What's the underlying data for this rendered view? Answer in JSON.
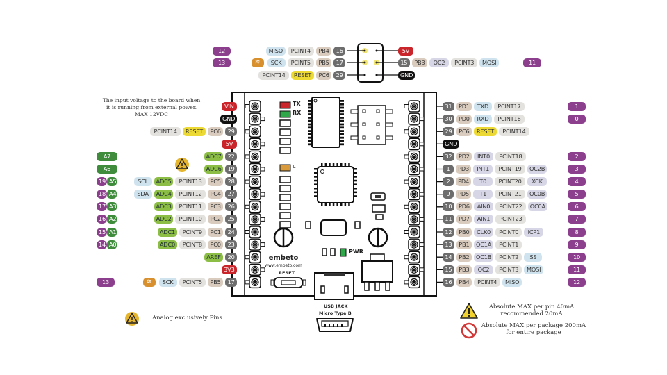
{
  "diagram": {
    "title": "embeto board pinout",
    "brand": "embeto",
    "website": "www.embeto.com",
    "colors": {
      "pin_number": "#6d6d6d",
      "port": "#d9cbbd",
      "function": "#d6d6e6",
      "pcint": "#e4e2df",
      "comm": "#cfe3ee",
      "reset": "#ecd933",
      "adc": "#8cbd45",
      "analog_pin": "#3f8d3c",
      "arduino_pin": "#8b3f8c",
      "power": "#c9252b",
      "ground": "#111111",
      "led_tx": "#c9252b",
      "led_rx": "#2fa84a",
      "led_l": "#d89a3a",
      "led_pwr": "#2fa84a"
    },
    "board_labels": {
      "tx": "TX",
      "rx": "RX",
      "l": "L",
      "pwr": "PWR",
      "reset": "RESET",
      "usb_line1": "USB JACK",
      "usb_line2": "Micro Type B"
    },
    "notes": {
      "vin_line1": "The input voltage to the board when",
      "vin_line2": "it is running from external power.",
      "vin_line3": "MAX 12VDC",
      "analog_legend": "Analog exclusively Pins",
      "max_pin_line1": "Absolute MAX per pin 40mA",
      "max_pin_line2": "recommended 20mA",
      "max_pkg_line1": "Absolute MAX per package 200mA",
      "max_pkg_line2": "for entire package"
    },
    "icsp_header": {
      "left_rows": [
        {
          "arduino": "12",
          "labels": [
            {
              "t": "MISO",
              "c": "comm"
            },
            {
              "t": "PCINT4",
              "c": "pcint"
            },
            {
              "t": "PB4",
              "c": "port"
            },
            {
              "t": "16",
              "c": "num"
            }
          ]
        },
        {
          "arduino": "13",
          "spi_icon": true,
          "labels": [
            {
              "t": "SCK",
              "c": "comm"
            },
            {
              "t": "PCINT5",
              "c": "pcint"
            },
            {
              "t": "PB5",
              "c": "port"
            },
            {
              "t": "17",
              "c": "num"
            }
          ]
        },
        {
          "arduino": "",
          "labels": [
            {
              "t": "PCINT14",
              "c": "pcint"
            },
            {
              "t": "RESET",
              "c": "reset"
            },
            {
              "t": "PC6",
              "c": "port"
            },
            {
              "t": "29",
              "c": "num"
            }
          ]
        }
      ],
      "right_rows": [
        {
          "arduino": "",
          "labels": [
            {
              "t": "5V",
              "c": "red"
            }
          ]
        },
        {
          "arduino": "11",
          "labels": [
            {
              "t": "15",
              "c": "num"
            },
            {
              "t": "PB3",
              "c": "port"
            },
            {
              "t": "OC2",
              "c": "func"
            },
            {
              "t": "PCINT3",
              "c": "pcint"
            },
            {
              "t": "MOSI",
              "c": "comm"
            }
          ]
        },
        {
          "arduino": "",
          "labels": [
            {
              "t": "GND",
              "c": "black"
            }
          ]
        }
      ]
    },
    "left_header": [
      {
        "labels": [
          {
            "t": "VIN",
            "c": "red"
          }
        ]
      },
      {
        "labels": [
          {
            "t": "GND",
            "c": "black"
          }
        ]
      },
      {
        "labels": [
          {
            "t": "PCINT14",
            "c": "pcint"
          },
          {
            "t": "RESET",
            "c": "reset"
          },
          {
            "t": "PC6",
            "c": "port"
          },
          {
            "t": "29",
            "c": "num"
          }
        ]
      },
      {
        "labels": [
          {
            "t": "5V",
            "c": "red"
          }
        ]
      },
      {
        "analog": "A7",
        "warn": true,
        "labels": [
          {
            "t": "ADC7",
            "c": "adc"
          },
          {
            "t": "22",
            "c": "num"
          }
        ]
      },
      {
        "analog": "A6",
        "labels": [
          {
            "t": "ADC6",
            "c": "adc"
          },
          {
            "t": "19",
            "c": "num"
          }
        ]
      },
      {
        "arduino": "19",
        "analog": "A5",
        "labels": [
          {
            "t": "SCL",
            "c": "comm"
          },
          {
            "t": "ADC5",
            "c": "adc"
          },
          {
            "t": "PCINT13",
            "c": "pcint"
          },
          {
            "t": "PC5",
            "c": "port"
          },
          {
            "t": "28",
            "c": "num"
          }
        ]
      },
      {
        "arduino": "18",
        "analog": "A4",
        "labels": [
          {
            "t": "SDA",
            "c": "comm"
          },
          {
            "t": "ADC4",
            "c": "adc"
          },
          {
            "t": "PCINT12",
            "c": "pcint"
          },
          {
            "t": "PC4",
            "c": "port"
          },
          {
            "t": "27",
            "c": "num"
          }
        ]
      },
      {
        "arduino": "17",
        "analog": "A3",
        "labels": [
          {
            "t": "ADC3",
            "c": "adc"
          },
          {
            "t": "PCINT11",
            "c": "pcint"
          },
          {
            "t": "PC3",
            "c": "port"
          },
          {
            "t": "26",
            "c": "num"
          }
        ]
      },
      {
        "arduino": "16",
        "analog": "A2",
        "labels": [
          {
            "t": "ADC2",
            "c": "adc"
          },
          {
            "t": "PCINT10",
            "c": "pcint"
          },
          {
            "t": "PC2",
            "c": "port"
          },
          {
            "t": "25",
            "c": "num"
          }
        ]
      },
      {
        "arduino": "15",
        "analog": "A1",
        "labels": [
          {
            "t": "ADC1",
            "c": "adc"
          },
          {
            "t": "PCINT9",
            "c": "pcint"
          },
          {
            "t": "PC1",
            "c": "port"
          },
          {
            "t": "24",
            "c": "num"
          }
        ]
      },
      {
        "arduino": "14",
        "analog": "A0",
        "labels": [
          {
            "t": "ADC0",
            "c": "adc"
          },
          {
            "t": "PCINT8",
            "c": "pcint"
          },
          {
            "t": "PC0",
            "c": "port"
          },
          {
            "t": "23",
            "c": "num"
          }
        ]
      },
      {
        "labels": [
          {
            "t": "AREF",
            "c": "adc"
          },
          {
            "t": "20",
            "c": "num"
          }
        ]
      },
      {
        "labels": [
          {
            "t": "3V3",
            "c": "red"
          }
        ]
      },
      {
        "arduino_wide": "13",
        "spi_icon": true,
        "labels": [
          {
            "t": "SCK",
            "c": "comm"
          },
          {
            "t": "PCINT5",
            "c": "pcint"
          },
          {
            "t": "PB5",
            "c": "port"
          },
          {
            "t": "17",
            "c": "num"
          }
        ]
      }
    ],
    "right_header": [
      {
        "arduino": "1",
        "labels": [
          {
            "t": "31",
            "c": "num"
          },
          {
            "t": "PD1",
            "c": "port"
          },
          {
            "t": "TXD",
            "c": "comm"
          },
          {
            "t": "PCINT17",
            "c": "pcint"
          }
        ]
      },
      {
        "arduino": "0",
        "labels": [
          {
            "t": "30",
            "c": "num"
          },
          {
            "t": "PD0",
            "c": "port"
          },
          {
            "t": "RXD",
            "c": "comm"
          },
          {
            "t": "PCINT16",
            "c": "pcint"
          }
        ]
      },
      {
        "arduino": "",
        "labels": [
          {
            "t": "29",
            "c": "num"
          },
          {
            "t": "PC6",
            "c": "port"
          },
          {
            "t": "RESET",
            "c": "reset"
          },
          {
            "t": "PCINT14",
            "c": "pcint"
          }
        ]
      },
      {
        "arduino": "",
        "labels": [
          {
            "t": "GND",
            "c": "black"
          }
        ]
      },
      {
        "arduino": "2",
        "labels": [
          {
            "t": "32",
            "c": "num"
          },
          {
            "t": "PD2",
            "c": "port"
          },
          {
            "t": "INT0",
            "c": "func"
          },
          {
            "t": "PCINT18",
            "c": "pcint"
          }
        ]
      },
      {
        "arduino": "3",
        "pwm": true,
        "labels": [
          {
            "t": "1",
            "c": "num"
          },
          {
            "t": "PD3",
            "c": "port"
          },
          {
            "t": "INT1",
            "c": "func"
          },
          {
            "t": "PCINT19",
            "c": "pcint"
          },
          {
            "t": "OC2B",
            "c": "func"
          }
        ]
      },
      {
        "arduino": "4",
        "labels": [
          {
            "t": "2",
            "c": "num"
          },
          {
            "t": "PD4",
            "c": "port"
          },
          {
            "t": "T0",
            "c": "func"
          },
          {
            "t": "PCINT20",
            "c": "pcint"
          },
          {
            "t": "XCK",
            "c": "func"
          }
        ]
      },
      {
        "arduino": "5",
        "pwm": true,
        "labels": [
          {
            "t": "9",
            "c": "num"
          },
          {
            "t": "PD5",
            "c": "port"
          },
          {
            "t": "T1",
            "c": "func"
          },
          {
            "t": "PCINT21",
            "c": "pcint"
          },
          {
            "t": "OC0B",
            "c": "func"
          }
        ]
      },
      {
        "arduino": "6",
        "pwm": true,
        "labels": [
          {
            "t": "10",
            "c": "num"
          },
          {
            "t": "PD6",
            "c": "port"
          },
          {
            "t": "AIN0",
            "c": "func"
          },
          {
            "t": "PCINT22",
            "c": "pcint"
          },
          {
            "t": "OC0A",
            "c": "func"
          }
        ]
      },
      {
        "arduino": "7",
        "labels": [
          {
            "t": "11",
            "c": "num"
          },
          {
            "t": "PD7",
            "c": "port"
          },
          {
            "t": "AIN1",
            "c": "func"
          },
          {
            "t": "PCINT23",
            "c": "pcint"
          }
        ]
      },
      {
        "arduino": "8",
        "labels": [
          {
            "t": "12",
            "c": "num"
          },
          {
            "t": "PB0",
            "c": "port"
          },
          {
            "t": "CLK0",
            "c": "func"
          },
          {
            "t": "PCINT0",
            "c": "pcint"
          },
          {
            "t": "ICP1",
            "c": "func"
          }
        ]
      },
      {
        "arduino": "9",
        "pwm": true,
        "labels": [
          {
            "t": "13",
            "c": "num"
          },
          {
            "t": "PB1",
            "c": "port"
          },
          {
            "t": "OC1A",
            "c": "func"
          },
          {
            "t": "PCINT1",
            "c": "pcint"
          }
        ]
      },
      {
        "arduino": "10",
        "pwm": true,
        "labels": [
          {
            "t": "14",
            "c": "num"
          },
          {
            "t": "PB2",
            "c": "port"
          },
          {
            "t": "OC1B",
            "c": "func"
          },
          {
            "t": "PCINT2",
            "c": "pcint"
          },
          {
            "t": "SS",
            "c": "comm"
          }
        ]
      },
      {
        "arduino": "11",
        "pwm": true,
        "labels": [
          {
            "t": "15",
            "c": "num"
          },
          {
            "t": "PB3",
            "c": "port"
          },
          {
            "t": "OC2",
            "c": "func"
          },
          {
            "t": "PCINT3",
            "c": "pcint"
          },
          {
            "t": "MOSI",
            "c": "comm"
          }
        ]
      },
      {
        "arduino": "12",
        "labels": [
          {
            "t": "16",
            "c": "num"
          },
          {
            "t": "PB4",
            "c": "port"
          },
          {
            "t": "PCINT4",
            "c": "pcint"
          },
          {
            "t": "MISO",
            "c": "comm"
          }
        ]
      }
    ]
  }
}
